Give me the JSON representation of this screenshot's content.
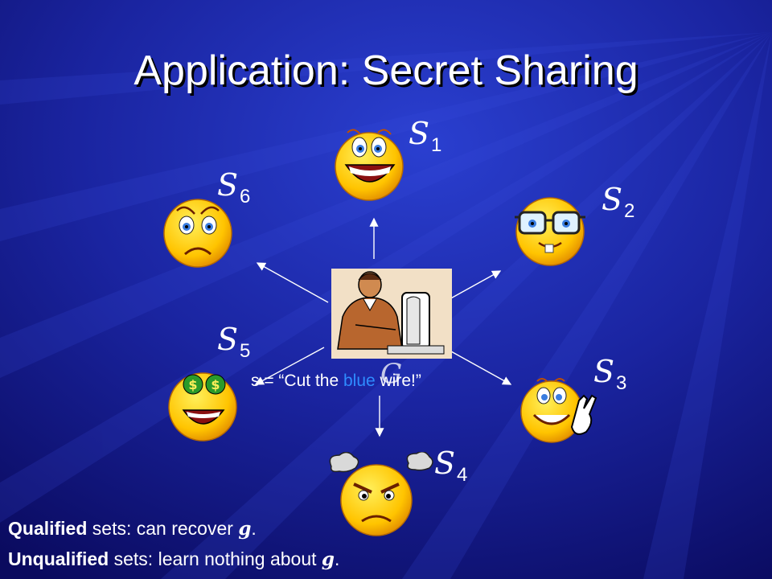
{
  "slide": {
    "title": "Application: Secret Sharing",
    "colors": {
      "background_dark": "#0a0a5e",
      "background_mid": "#1a2fb8",
      "text": "#ffffff",
      "highlight": "#2f8cff",
      "face_yellow": "#ffd800"
    }
  },
  "dealer": {
    "label": "G",
    "icon": "dealer-computer-icon"
  },
  "secret": {
    "prefix": "s = “Cut the ",
    "highlight": "blue",
    "suffix": " wire!”"
  },
  "parties": [
    {
      "symbol": "S",
      "index": "1",
      "icon": "laughing-face-icon"
    },
    {
      "symbol": "S",
      "index": "2",
      "icon": "nerd-glasses-face-icon"
    },
    {
      "symbol": "S",
      "index": "3",
      "icon": "peace-sign-face-icon"
    },
    {
      "symbol": "S",
      "index": "4",
      "icon": "angry-steaming-face-icon"
    },
    {
      "symbol": "S",
      "index": "5",
      "icon": "money-eyes-face-icon"
    },
    {
      "symbol": "S",
      "index": "6",
      "icon": "sad-face-icon"
    }
  ],
  "captions": {
    "qualified": {
      "bold": "Qualified",
      "text": " sets: can recover ",
      "var": "g",
      "end": "."
    },
    "unqualified": {
      "bold": "Unqualified",
      "text": " sets: learn nothing about ",
      "var": "g",
      "end": "."
    }
  }
}
